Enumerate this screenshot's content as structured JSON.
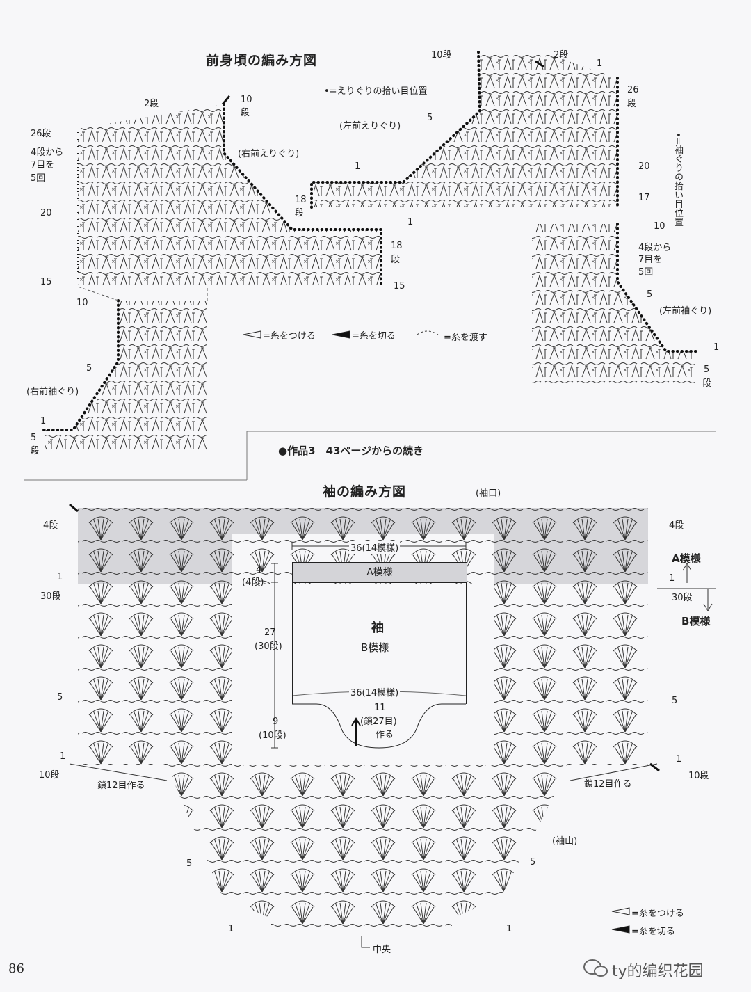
{
  "front_body": {
    "title": "前身頃の編み方図",
    "legend_pickup_neck": "•=えりぐりの拾い目位置",
    "legend_pickup_arm": "•=袖ぐりの拾い目位置",
    "label_right_neck": "(右前えりぐり)",
    "label_left_neck": "(左前えりぐり)",
    "label_right_arm": "(右前袖ぐり)",
    "label_left_arm": "(左前袖ぐり)",
    "legend_join": "=糸をつける",
    "legend_cut": "=糸を切る",
    "legend_pass": "=糸を渡す",
    "rows_left": {
      "r26": "26段",
      "r4to7_1": "4段から",
      "r4to7_2": "7目を",
      "r4to7_3": "5回",
      "r20": "20",
      "r15": "15",
      "r2": "2段",
      "r10a": "10",
      "r10b": "段",
      "r10_lower": "10",
      "r5": "5",
      "r1": "1",
      "r5dan_a": "5",
      "r5dan_b": "段"
    },
    "rows_mid": {
      "r1": "1",
      "r18a": "18",
      "r18b": "段",
      "r1b": "1",
      "r18c": "18",
      "r18d": "段",
      "r15": "15"
    },
    "rows_right": {
      "r10top": "10段",
      "r2": "2段",
      "r1": "1",
      "r5": "5",
      "r26a": "26",
      "r26b": "段",
      "r20": "20",
      "r17": "17",
      "r10": "10",
      "r4to7_1": "4段から",
      "r4to7_2": "7目を",
      "r4to7_3": "5回",
      "r5b": "5",
      "r1b": "1",
      "r5dan_a": "5",
      "r5dan_b": "段"
    }
  },
  "continuation": "●作品3　43ページからの続き",
  "sleeve": {
    "title": "袖の編み方図",
    "cuff": "(袖口)",
    "cap": "(袖山)",
    "width_top": "36(14模様)",
    "width_bottom": "36(14模様)",
    "a_pattern": "A模様",
    "b_pattern_1": "袖",
    "b_pattern_2": "B模様",
    "dim_a_1": "4",
    "dim_a_2": "(4段)",
    "dim_b_1": "27",
    "dim_b_2": "(30段)",
    "dim_c_1": "9",
    "dim_c_2": "(10段)",
    "cap_1": "11",
    "cap_2": "(鎖27目)",
    "cap_3": "作る",
    "legend_a": "A模様",
    "legend_b": "B模様",
    "rows_left": {
      "r4": "4段",
      "r1": "1",
      "r30": "30段",
      "r5": "5",
      "r1b": "1",
      "r10": "10段",
      "chain": "鎖12目作る",
      "r5cap": "5",
      "r1cap": "1"
    },
    "rows_right": {
      "r4": "4段",
      "r1": "1",
      "r30": "30段",
      "r5": "5",
      "r1b": "1",
      "r10": "10段",
      "chain": "鎖12目作る",
      "r5cap": "5",
      "r1cap": "1"
    },
    "center": "中央",
    "legend_join": "=糸をつける",
    "legend_cut": "=糸を切る"
  },
  "page_number": "86",
  "watermark": "ty的编织花园"
}
